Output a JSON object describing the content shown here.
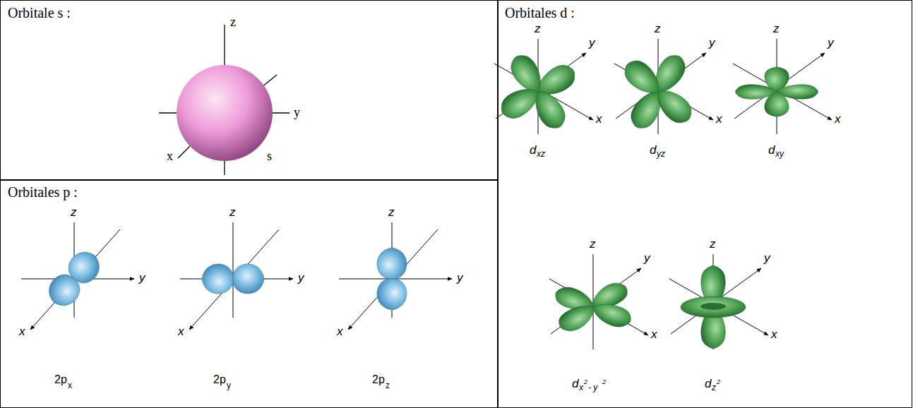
{
  "diagram": {
    "nodes": [
      {
        "text": [
          "Orbitale s :"
        ]
      },
      {
        "text": [
          "Orbitales p :"
        ]
      },
      {
        "text": [
          "Orbitales d :"
        ]
      }
    ],
    "labels": [
      "z",
      "y",
      "x",
      "s",
      "z",
      "y",
      "x",
      "2p",
      "x",
      "z",
      "y",
      "x",
      "2p",
      "y",
      "z",
      "y",
      "x",
      "2p",
      "z",
      "z",
      "y",
      "x",
      "d",
      "xz",
      "z",
      "y",
      "x",
      "d",
      "yz",
      "z",
      "y",
      "x",
      "d",
      "xy",
      "z",
      "y",
      "x",
      "d",
      "x",
      "2",
      "- y",
      "2",
      "z",
      "y",
      "x",
      "d",
      "z",
      "2"
    ]
  }
}
